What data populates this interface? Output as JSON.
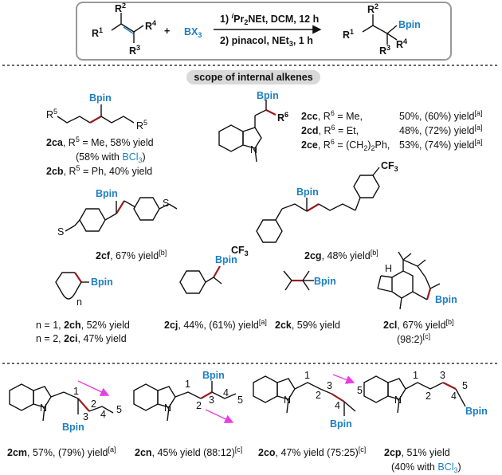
{
  "header": {
    "reagent": "BX",
    "reagent_sub": "3",
    "plus": "+",
    "cond1_prefix": "1) ",
    "cond1_i": "i",
    "cond1_rest": "Pr",
    "cond1_sub": "2",
    "cond1_tail": "NEt, DCM, 12 h",
    "cond2": "2) pinacol, NEt",
    "cond2_sub": "3",
    "cond2_tail": ", 1 h",
    "r1": "R",
    "r1n": "1",
    "r2": "R",
    "r2n": "2",
    "r3": "R",
    "r3n": "3",
    "r4": "R",
    "r4n": "4"
  },
  "section_label": "scope of internal alkenes",
  "bpin": "Bpin",
  "compounds": {
    "c2ca": {
      "id": "2ca",
      "text": ", R",
      "sup": "5",
      "rest": " = Me,  58% yield"
    },
    "c2ca_note": {
      "pre": "(58% with ",
      "blue": "BCl",
      "blue_sub": "3",
      "post": ")"
    },
    "c2cb": {
      "id": "2cb",
      "text": ", R",
      "sup": "5",
      "rest": " = Ph,  40% yield"
    },
    "r5a": "R",
    "r5a_n": "5",
    "r5b": "R",
    "r5b_n": "5",
    "r6": "R",
    "r6_n": "6",
    "c2cc": {
      "id": "2cc",
      "sep": ",  R",
      "sup": "6",
      "val": " = Me,",
      "yield": "50%, (60%) yield",
      "note": "[a]"
    },
    "c2cd": {
      "id": "2cd",
      "sep": ",  R",
      "sup": "6",
      "val": " = Et,",
      "yield": "48%, (72%) yield",
      "note": "[a]"
    },
    "c2ce": {
      "id": "2ce",
      "sep": ",  R",
      "sup": "6",
      "val": " = (CH",
      "val_sub": "2",
      "val_tail": ")",
      "val_sub2": "2",
      "val_tail2": "Ph,",
      "yield": "53%, (74%) yield",
      "note": "[a]"
    },
    "c2cf": {
      "id": "2cf",
      "rest": ", 67% yield",
      "note": "[b]"
    },
    "c2cg": {
      "id": "2cg",
      "rest": ", 48% yield",
      "note": "[b]"
    },
    "cf3": "CF",
    "cf3_sub": "3",
    "c2ch": {
      "pre": "n = 1, ",
      "id": "2ch",
      "rest": ",  52% yield"
    },
    "c2ci": {
      "pre": "n = 2, ",
      "id": "2ci",
      "rest": ",  47% yield"
    },
    "c2cj": {
      "id": "2cj",
      "rest": ", 44%, (61%) yield",
      "note": "[a]"
    },
    "c2ck": {
      "id": "2ck",
      "rest": ", 59% yield"
    },
    "c2cl": {
      "id": "2cl",
      "rest": ", 67% yield",
      "note": "[b]",
      "ratio": "(98:2)",
      "ratio_note": "[c]"
    },
    "ring_n": "n",
    "h": "H",
    "c2cm": {
      "id": "2cm",
      "rest": ", 57%, (79%) yield",
      "note": "[a]"
    },
    "c2cn": {
      "id": "2cn",
      "rest": ", 45% yield (88:12)",
      "note": "[c]"
    },
    "c2co": {
      "id": "2co",
      "rest": ", 47% yield (75:25)",
      "note": "[c]"
    },
    "c2cp": {
      "id": "2cp",
      "rest": ", 51% yield"
    },
    "c2cp_note": {
      "pre": "(40% with ",
      "blue": "BCl",
      "blue_sub": "3",
      "post": ")"
    },
    "N": "N",
    "nums": [
      "1",
      "2",
      "3",
      "4",
      "5"
    ]
  },
  "colors": {
    "blue": "#1d7fc2",
    "red": "#9b1b1b",
    "magenta": "#e83ee0",
    "label_bg": "#d9d9d9"
  }
}
